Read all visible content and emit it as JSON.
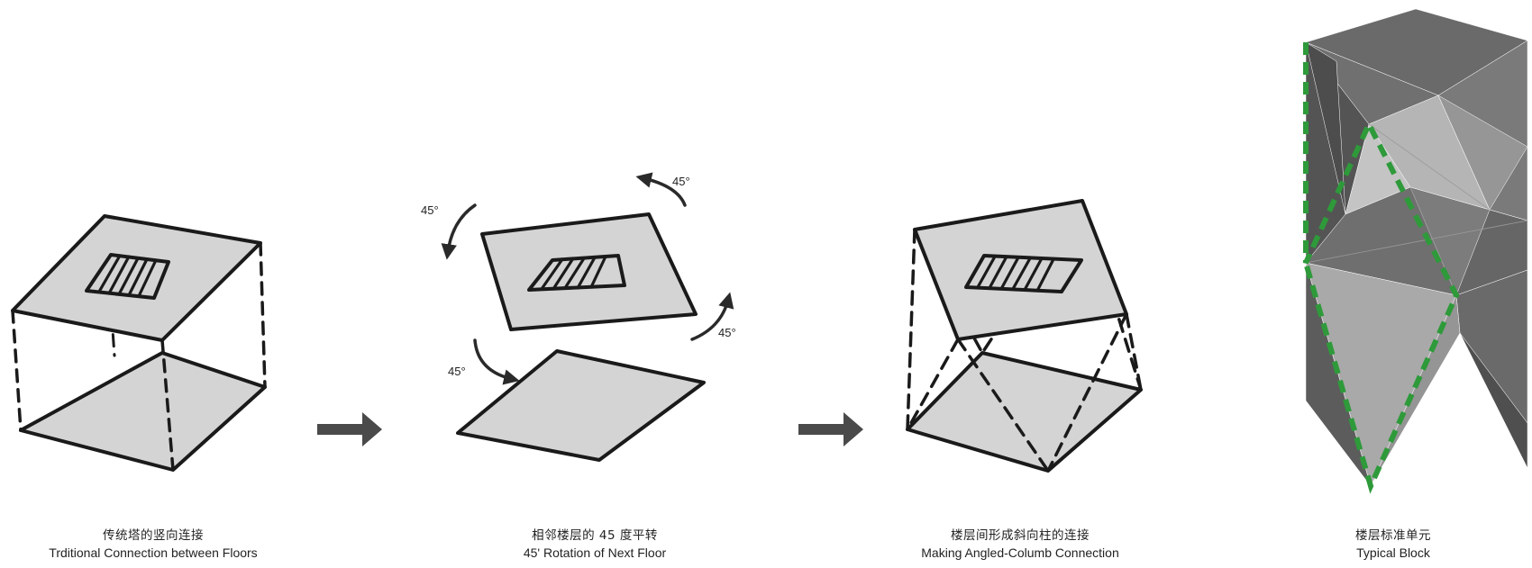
{
  "panels": [
    {
      "zh": "传统塔的竖向连接",
      "en": "Trditional Connection between Floors"
    },
    {
      "zh": "相邻楼层的 45 度平转",
      "en": "45' Rotation of Next Floor"
    },
    {
      "zh": "楼层间形成斜向柱的连接",
      "en": "Making Angled-Columb Connection"
    },
    {
      "zh": "楼层标准单元",
      "en": "Typical Block"
    }
  ],
  "angle_labels": [
    "45°",
    "45°",
    "45°",
    "45°"
  ],
  "colors": {
    "ink": "#1a1a1a",
    "plate": "#d4d4d4",
    "arrow": "#4a4a4a",
    "green": "#2e9a3a",
    "dark_face": "#5f5f5f",
    "mid_face": "#8a8a8a",
    "light_face": "#b8b8b8"
  }
}
